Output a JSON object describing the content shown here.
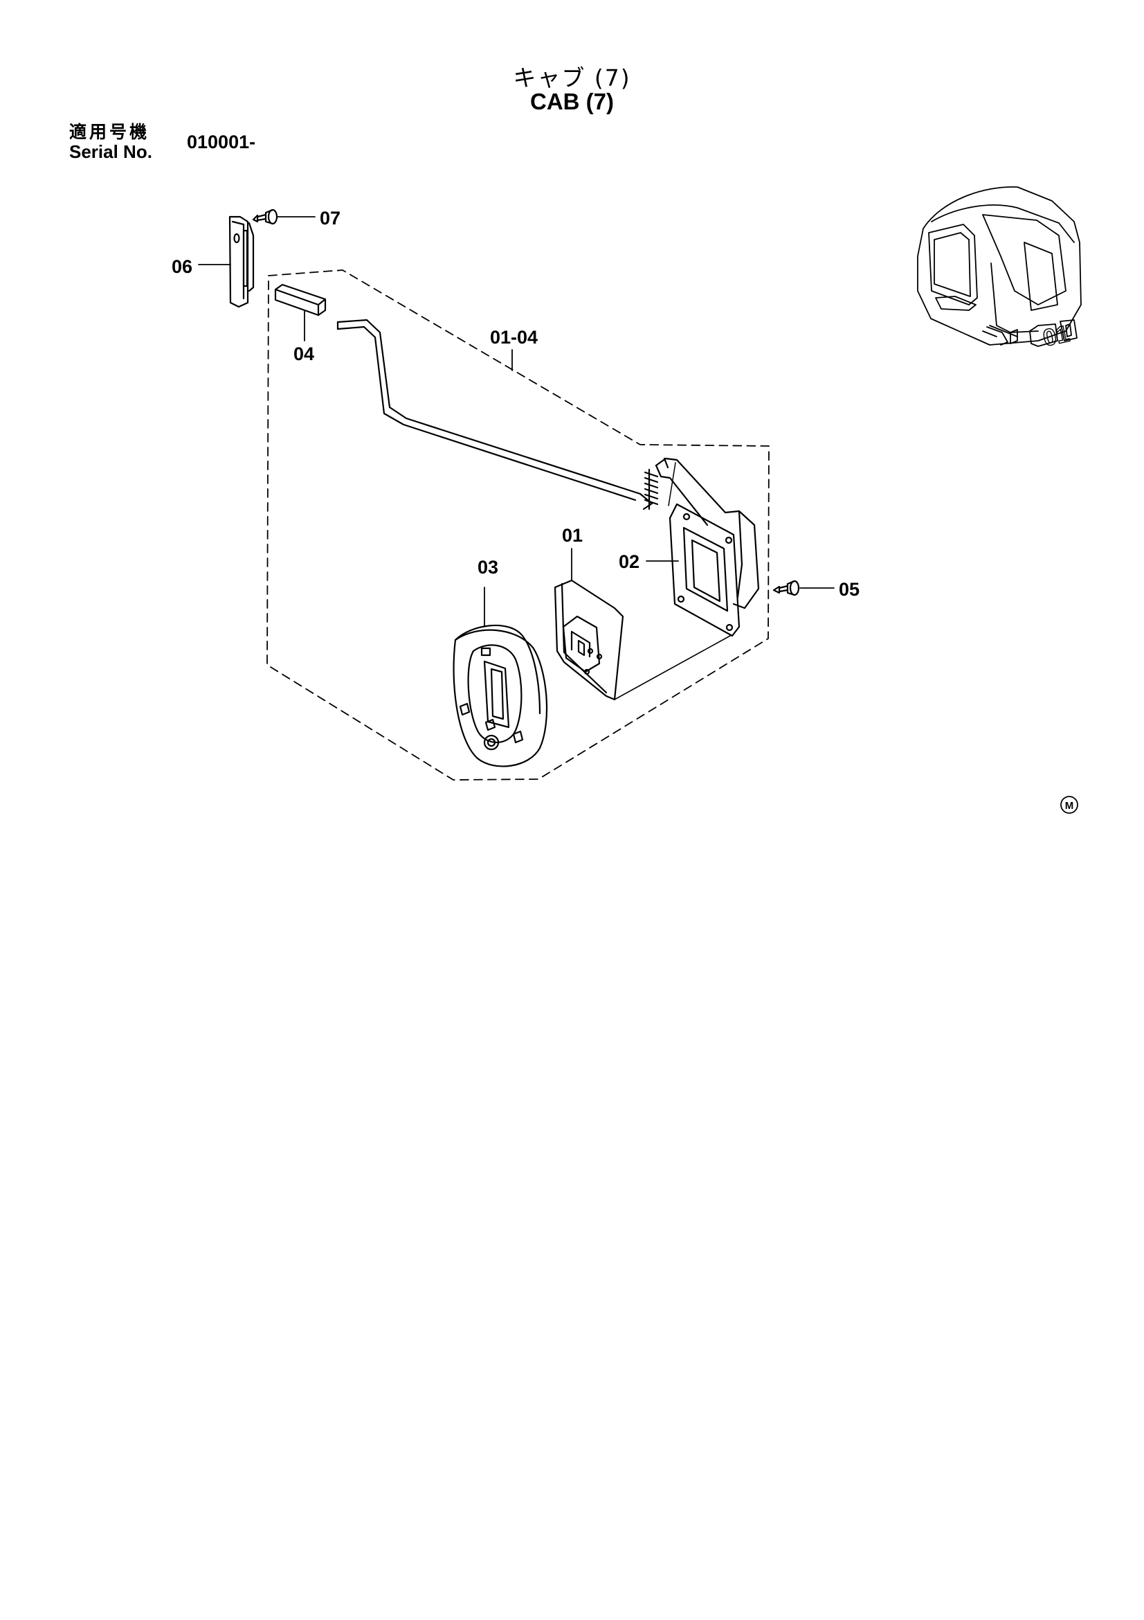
{
  "header": {
    "title_jp": "キャブ (7)",
    "title_en": "CAB (7)",
    "serial_label_jp": "適用号機",
    "serial_label_en": "Serial No.",
    "serial_value": "010001-"
  },
  "callouts": [
    {
      "id": "07",
      "text": "07"
    },
    {
      "id": "06",
      "text": "06"
    },
    {
      "id": "04",
      "text": "04"
    },
    {
      "id": "01-04",
      "text": "01-04"
    },
    {
      "id": "01",
      "text": "01"
    },
    {
      "id": "02",
      "text": "02"
    },
    {
      "id": "03",
      "text": "03"
    },
    {
      "id": "05",
      "text": "05"
    }
  ],
  "mark": {
    "text": "M"
  },
  "cab_overview": {
    "number_text": "01"
  }
}
